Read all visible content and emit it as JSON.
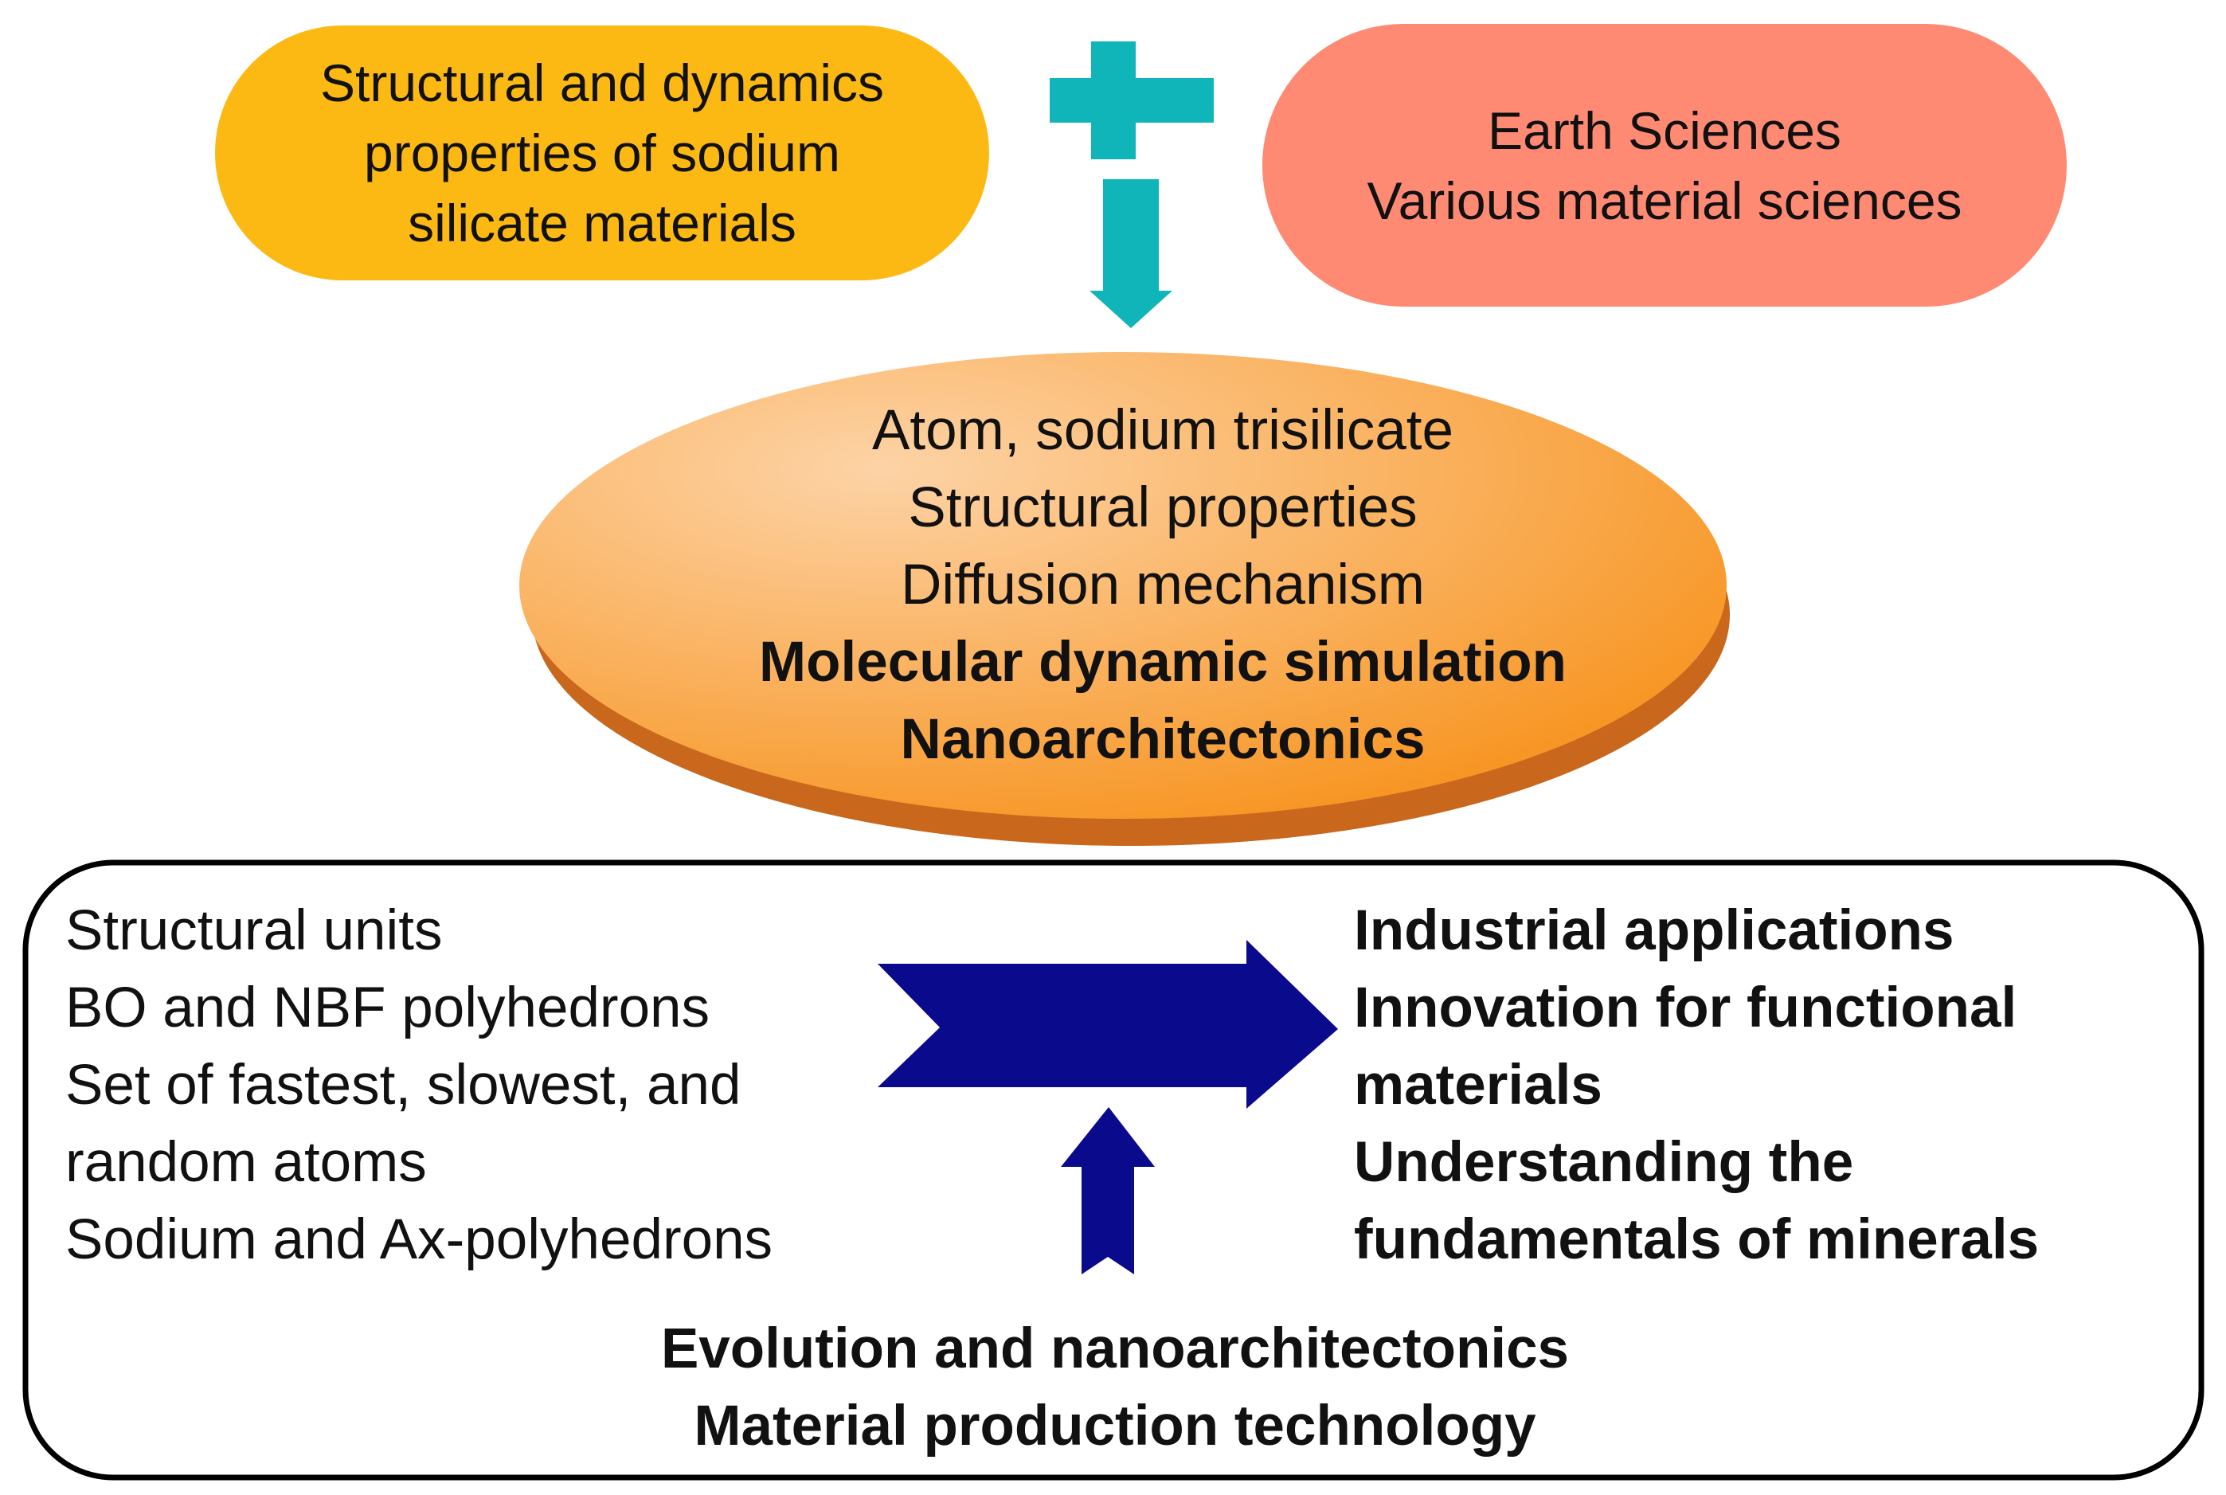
{
  "colors": {
    "left_pill": "#FDB913",
    "right_pill": "#FF8A73",
    "cross_arrow": "#10B5BA",
    "ellipse_light": "#FDD3A6",
    "ellipse_dark": "#F7931E",
    "ellipse_rim": "#C9671C",
    "blue_arrow": "#0A0A8C",
    "box_border": "#000000"
  },
  "top_left": {
    "lines": [
      "Structural and dynamics",
      "properties of sodium",
      "silicate materials"
    ]
  },
  "top_right": {
    "lines": [
      "Earth Sciences",
      "Various material sciences"
    ]
  },
  "center": {
    "lines": [
      "Atom, sodium trisilicate",
      "Structural properties",
      "Diffusion mechanism"
    ],
    "bold_lines": [
      "Molecular dynamic simulation",
      "Nanoarchitectonics"
    ]
  },
  "box": {
    "left_lines": [
      "Structural units",
      "BO and NBF polyhedrons",
      "Set of fastest, slowest, and",
      "random atoms",
      "Sodium and Ax-polyhedrons"
    ],
    "right_lines": [
      "Industrial applications",
      "Innovation for functional",
      "materials",
      "Understanding the",
      "fundamentals of minerals"
    ],
    "bottom_lines": [
      "Evolution and nanoarchitectonics",
      "Material production technology"
    ]
  }
}
